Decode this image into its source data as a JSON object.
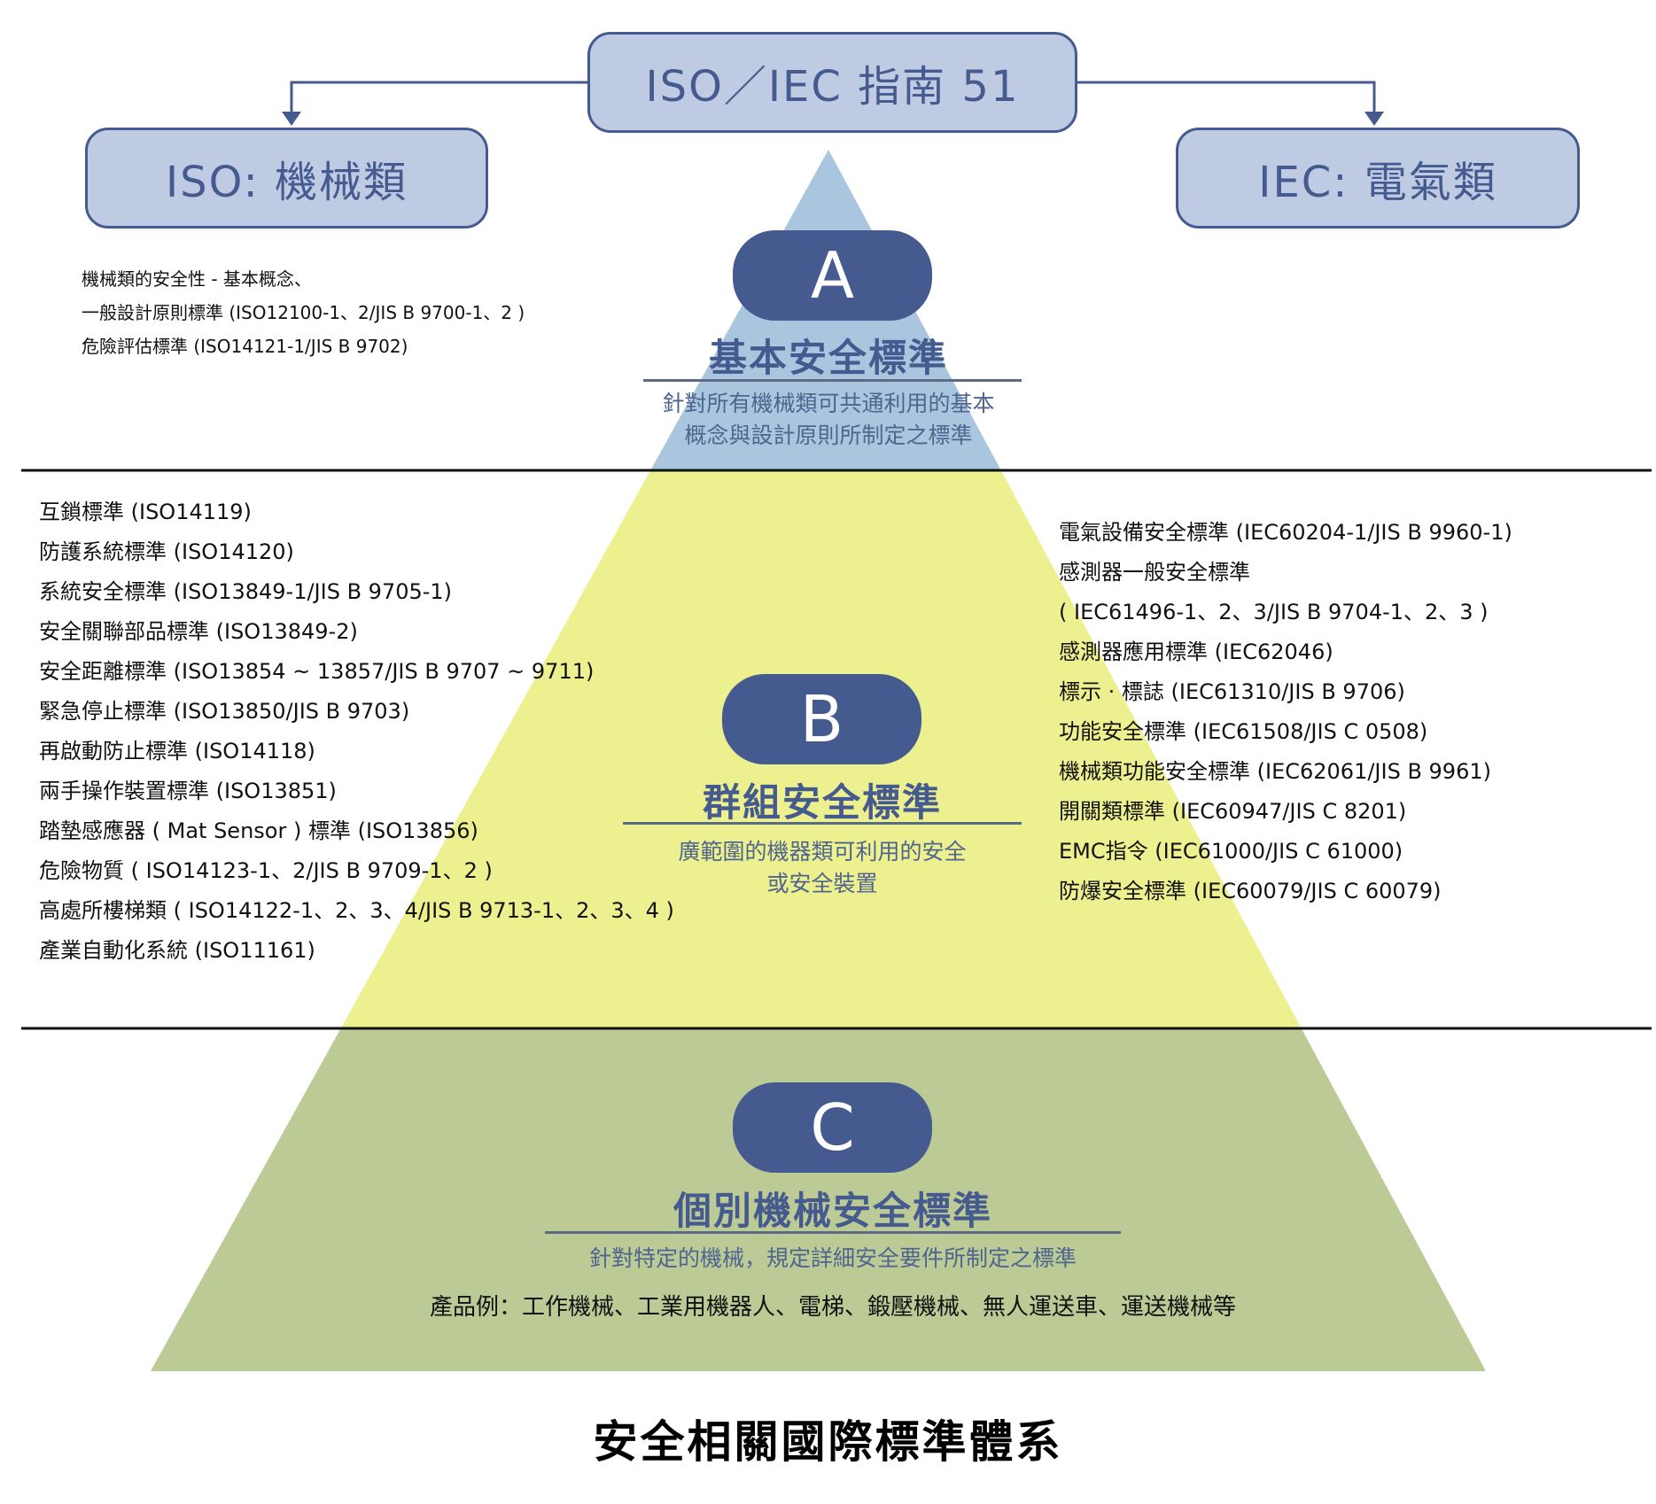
{
  "header": {
    "guide_box": "ISO／IEC 指南 51",
    "iso_box": "ISO: 機械類",
    "iec_box": "IEC: 電氣類"
  },
  "colors": {
    "navy": "#455a8e",
    "box_fill": "#bfcbe3",
    "level_a": "#a9c6de",
    "level_b": "#ecf08f",
    "level_c": "#bcca95"
  },
  "level_a": {
    "badge": "A",
    "title": "基本安全標準",
    "desc_line1": "針對所有機械類可共通利用的基本",
    "desc_line2": "概念與設計原則所制定之標準",
    "iso_standards": [
      "機械類的安全性 - 基本概念、",
      "一般設計原則標準 (ISO12100-1、2/JIS B 9700-1、2 )",
      "危險評估標準 (ISO14121-1/JIS B 9702)"
    ]
  },
  "level_b": {
    "badge": "B",
    "title": "群組安全標準",
    "desc_line1": "廣範圍的機器類可利用的安全",
    "desc_line2": "或安全裝置",
    "iso_standards": [
      "互鎖標準 (ISO14119)",
      "防護系統標準 (ISO14120)",
      "系統安全標準 (ISO13849-1/JIS B 9705-1)",
      "安全關聯部品標準 (ISO13849-2)",
      "安全距離標準 (ISO13854 ~ 13857/JIS B 9707 ~ 9711)",
      "緊急停止標準 (ISO13850/JIS B 9703)",
      "再啟動防止標準 (ISO14118)",
      "兩手操作裝置標準 (ISO13851)",
      "踏墊感應器 ( Mat Sensor ) 標準 (ISO13856)",
      "危險物質 ( ISO14123-1、2/JIS B 9709-1、2 )",
      "高處所樓梯類 ( ISO14122-1、2、3、4/JIS B 9713-1、2、3、4 )",
      "產業自動化系統 (ISO11161)"
    ],
    "iec_standards": [
      "電氣設備安全標準 (IEC60204-1/JIS B 9960-1)",
      "感測器一般安全標準",
      "( IEC61496-1、2、3/JIS B 9704-1、2、3 )",
      "感測器應用標準 (IEC62046)",
      "標示 · 標誌 (IEC61310/JIS B 9706)",
      "功能安全標準 (IEC61508/JIS C 0508)",
      "機械類功能安全標準 (IEC62061/JIS B 9961)",
      "開關類標準 (IEC60947/JIS C 8201)",
      "EMC指令 (IEC61000/JIS C 61000)",
      "防爆安全標準 (IEC60079/JIS C 60079)"
    ]
  },
  "level_c": {
    "badge": "C",
    "title": "個別機械安全標準",
    "desc_line1": "針對特定的機械，規定詳細安全要件所制定之標準",
    "examples": "產品例：工作機械、工業用機器人、電梯、鍛壓機械、無人運送車、運送機械等"
  },
  "caption": "安全相關國際標準體系"
}
